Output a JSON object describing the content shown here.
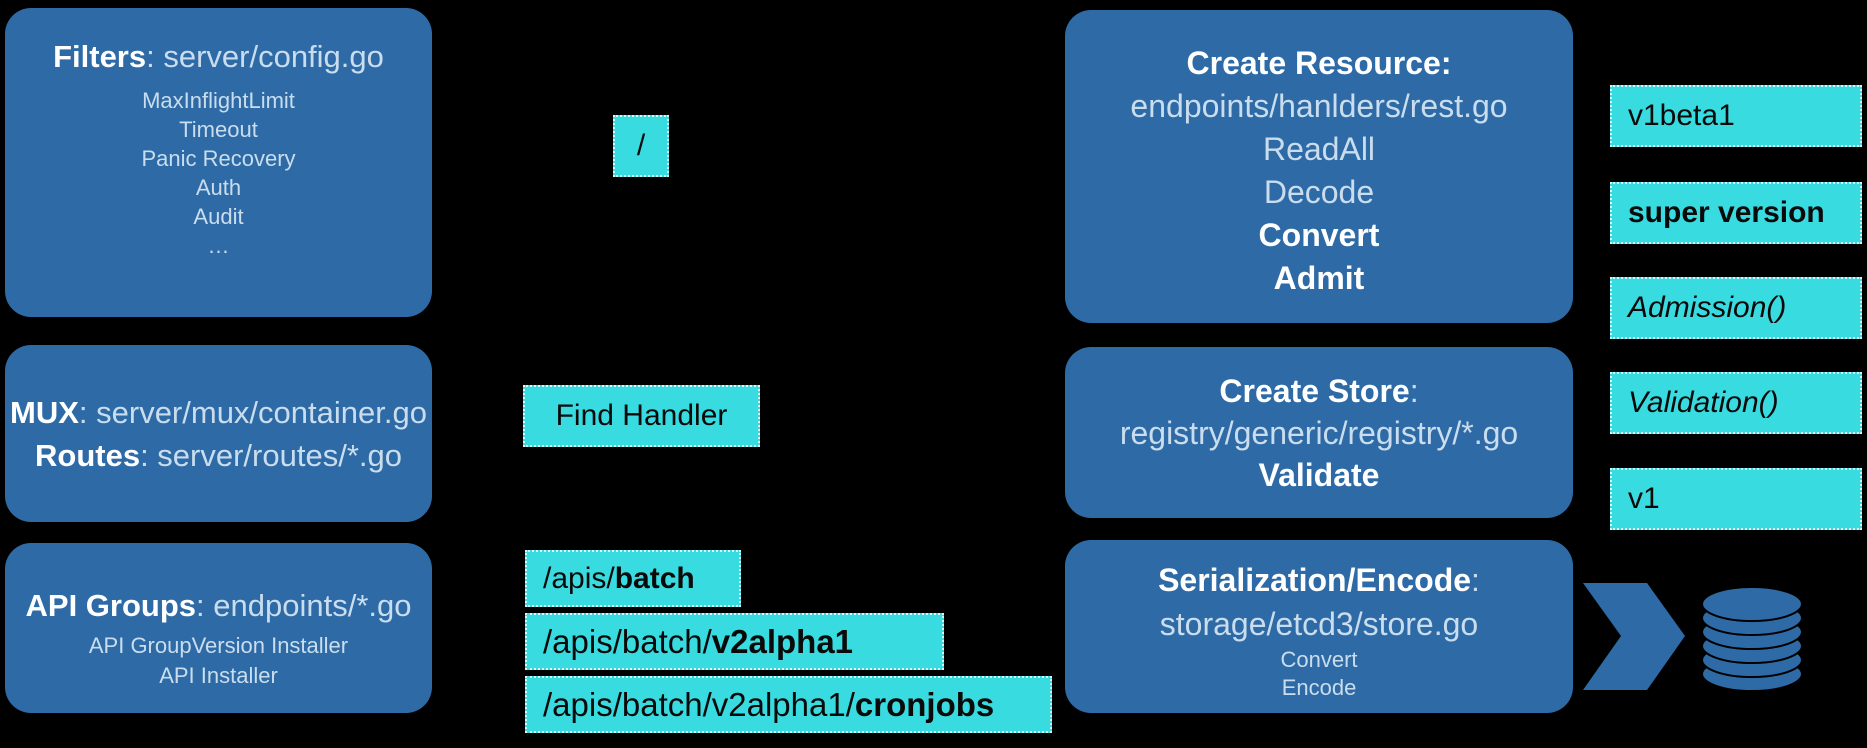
{
  "colors": {
    "background": "#000000",
    "box_blue": "#2e6ba6",
    "cyan": "#38dbe0",
    "text_light": "#c9ddee",
    "text_white": "#ffffff"
  },
  "boxes": {
    "filters": {
      "title_bold": "Filters",
      "title_rest": ": server/config.go",
      "items": [
        "MaxInflightLimit",
        "Timeout",
        "Panic Recovery",
        "Auth",
        "Audit",
        "…"
      ]
    },
    "mux": {
      "line1_bold": "MUX",
      "line1_rest": ": server/mux/container.go",
      "line2_bold": "Routes",
      "line2_rest": ": server/routes/*.go"
    },
    "api_groups": {
      "title_bold": "API Groups",
      "title_rest": ": endpoints/*.go",
      "items": [
        "API GroupVersion Installer",
        "API Installer"
      ]
    },
    "create_resource": {
      "title": "Create Resource:",
      "path": "endpoints/hanlders/rest.go",
      "item1": "ReadAll",
      "item2": "Decode",
      "item3_bold": "Convert",
      "item4_bold": "Admit"
    },
    "create_store": {
      "title_bold": "Create Store",
      "title_rest": ":",
      "path": "registry/generic/registry/*.go",
      "item_bold": "Validate"
    },
    "serialization": {
      "title_bold": "Serialization/Encode",
      "title_rest": ":",
      "path": "storage/etcd3/store.go",
      "item1": "Convert",
      "item2": "Encode"
    }
  },
  "labels": {
    "root_path": "/",
    "find_handler": "Find Handler",
    "apis_batch_prefix": "/apis/",
    "apis_batch_bold": "batch",
    "apis_v2_prefix": "/apis/batch/",
    "apis_v2_bold": "v2alpha1",
    "apis_cron_prefix": "/apis/batch/v2alpha1/",
    "apis_cron_bold": "cronjobs",
    "right_labels": [
      {
        "text": "v1beta1",
        "style": "regular"
      },
      {
        "text": "super version",
        "style": "bold"
      },
      {
        "text": "Admission()",
        "style": "italic"
      },
      {
        "text": "Validation()",
        "style": "italic"
      },
      {
        "text": "v1",
        "style": "regular"
      }
    ]
  },
  "icons": {
    "arrow": "right-chevron-arrow",
    "database": "etcd-database-cylinder"
  }
}
